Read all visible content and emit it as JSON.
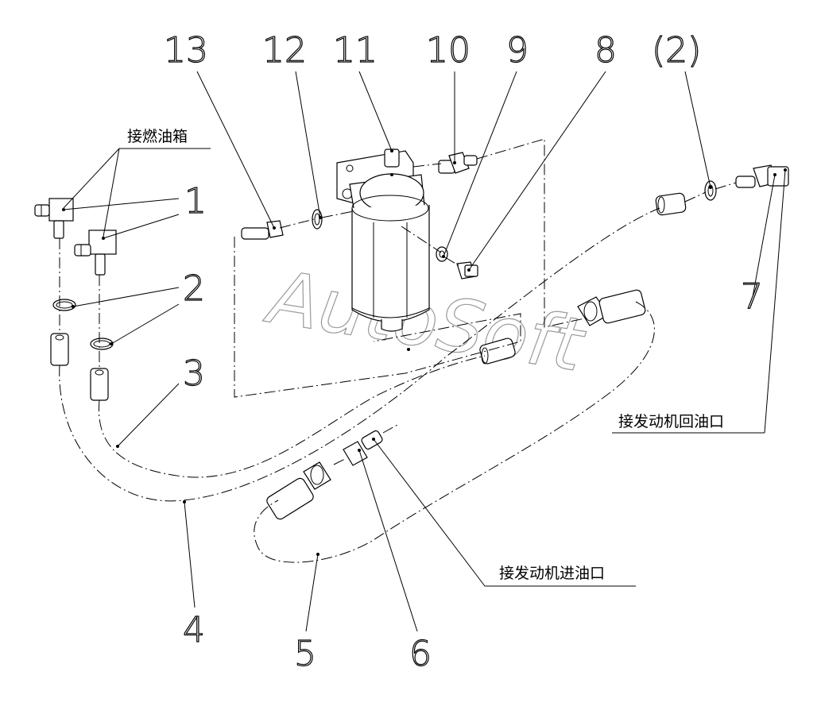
{
  "callouts": {
    "c1": "1",
    "c2": "2",
    "c3": "3",
    "c4": "4",
    "c5": "5",
    "c6": "6",
    "c7": "7",
    "c8": "8",
    "c9": "9",
    "c10": "10",
    "c11": "11",
    "c12": "12",
    "c13": "13",
    "c2b": "(2)"
  },
  "notes": {
    "fuel_tank": "接燃油箱",
    "engine_return": "接发动机回油口",
    "engine_inlet": "接发动机进油口"
  },
  "watermark": "AutoSoft"
}
